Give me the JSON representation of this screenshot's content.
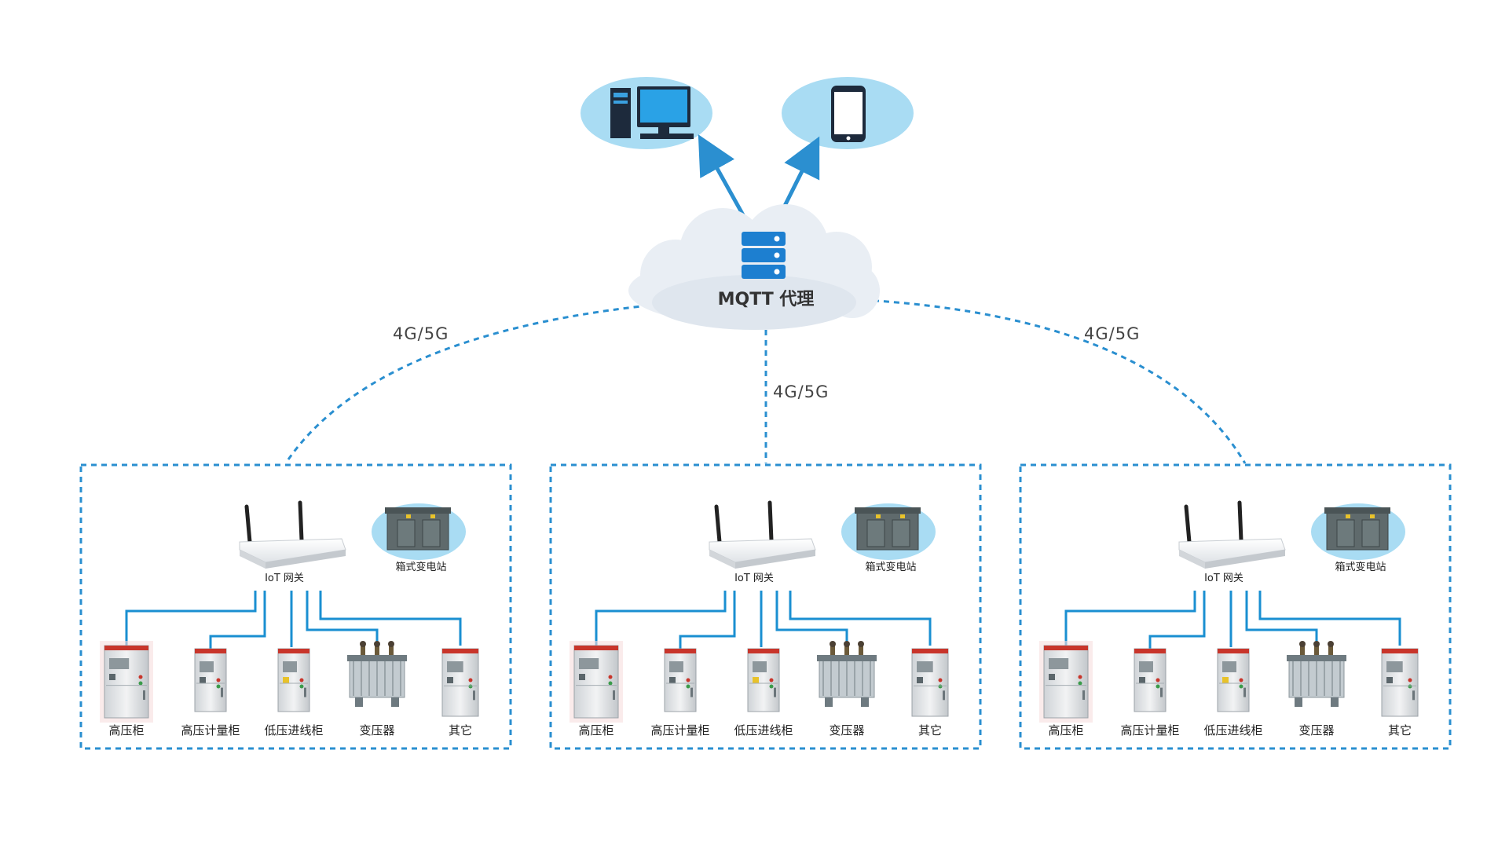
{
  "broker": {
    "label": "MQTT 代理",
    "icon": "server-icon"
  },
  "clients": [
    {
      "icon": "desktop-computer-icon"
    },
    {
      "icon": "smartphone-icon"
    }
  ],
  "links": [
    "4G/5G",
    "4G/5G",
    "4G/5G"
  ],
  "site": {
    "gateway_label": "IoT 网关",
    "substation_label": "箱式变电站",
    "devices": [
      "高压柜",
      "高压计量柜",
      "低压进线柜",
      "变压器",
      "其它"
    ]
  },
  "colors": {
    "line": "#1a8fd1",
    "dashed": "#2a8fd0",
    "ellipse": "#a9dcf3",
    "cloud": "#e9eef4"
  }
}
